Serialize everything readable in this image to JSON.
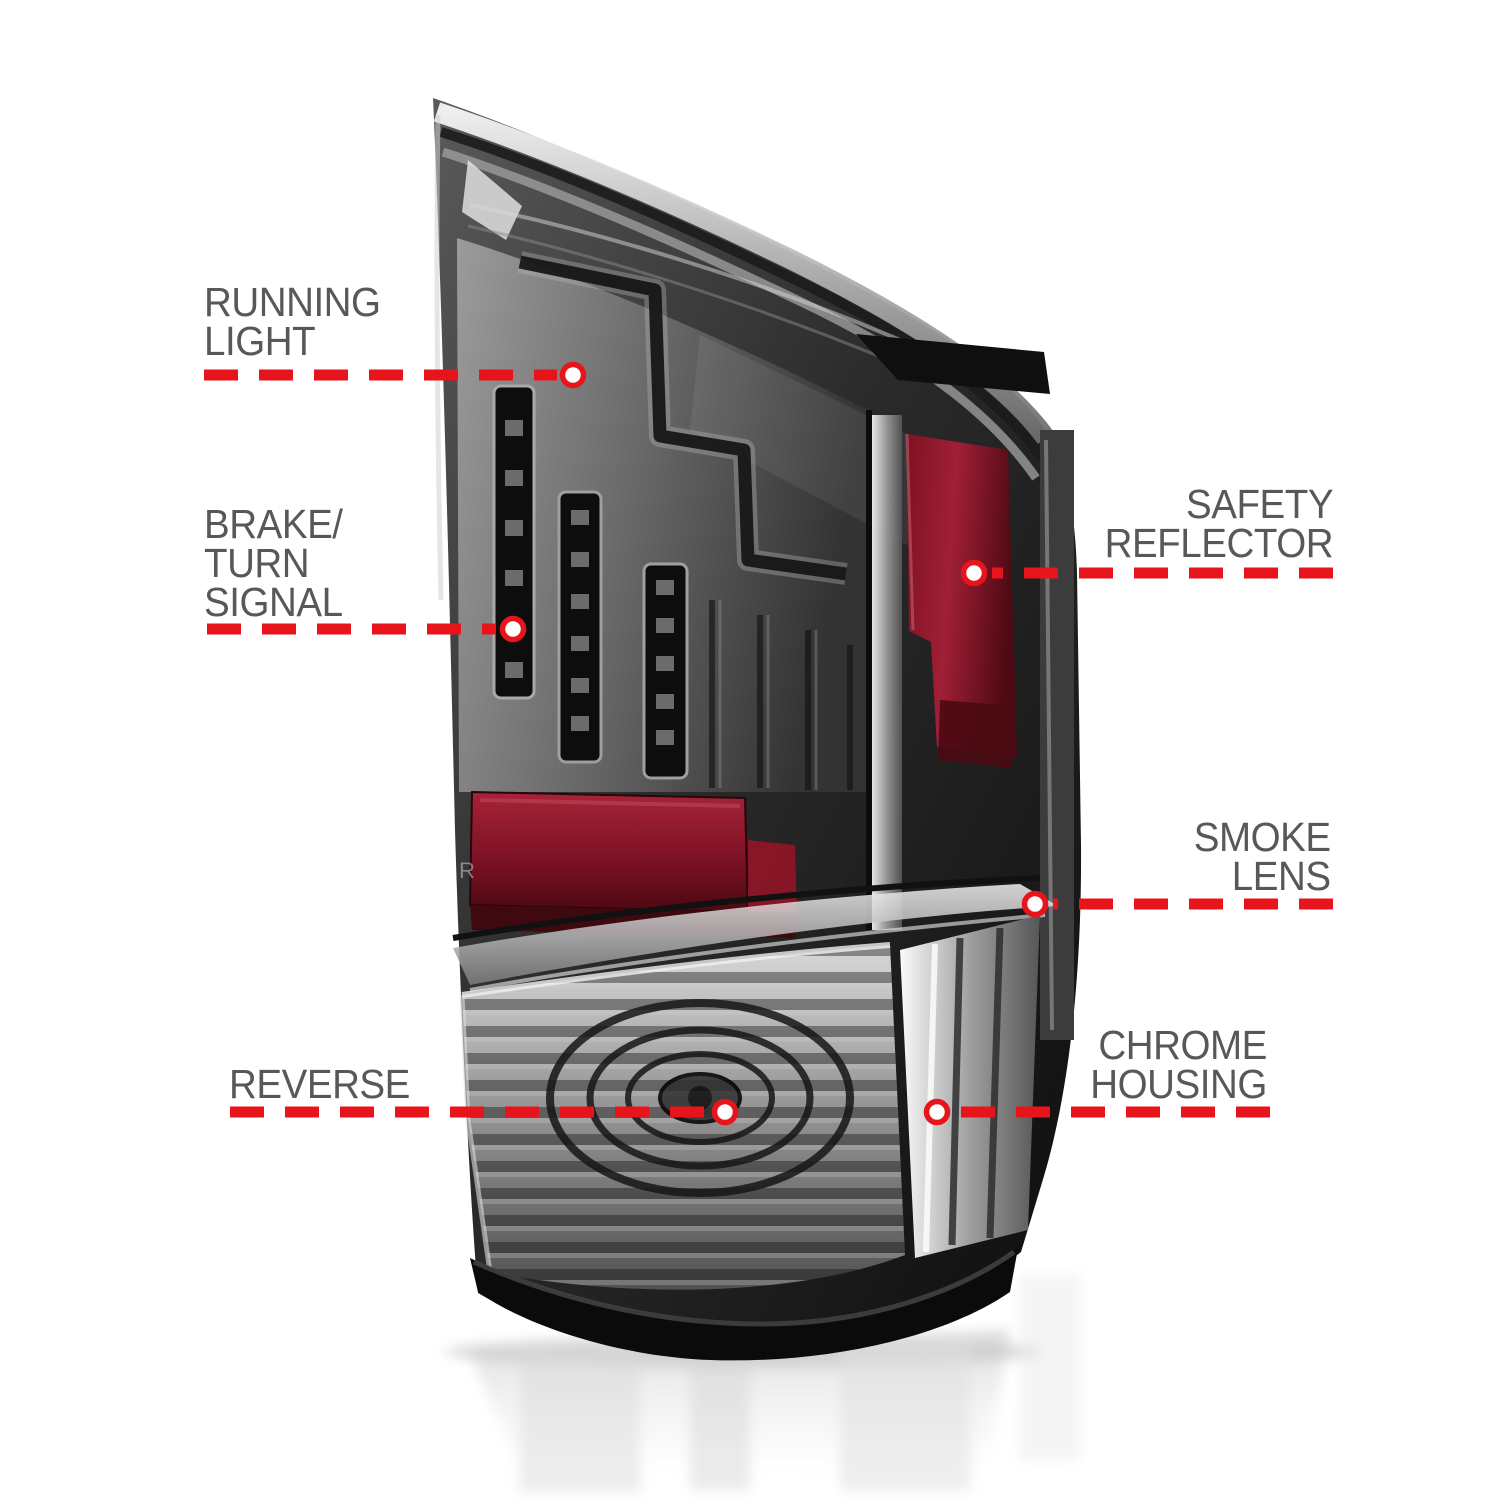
{
  "style": {
    "accent_red": "#e8141c",
    "label_gray": "#57585a",
    "reflector_red": "#8e1526",
    "background": "#ffffff"
  },
  "product": {
    "kind": "truck tail light illustration",
    "lamp_marking": "R"
  },
  "callouts": [
    {
      "id": "running-light",
      "lines": [
        "RUNNING",
        "LIGHT"
      ]
    },
    {
      "id": "brake-turn-signal",
      "lines": [
        "BRAKE/",
        "TURN",
        "SIGNAL"
      ]
    },
    {
      "id": "safety-reflector",
      "lines": [
        "SAFETY",
        "REFLECTOR"
      ]
    },
    {
      "id": "smoke-lens",
      "lines": [
        "SMOKE",
        "LENS"
      ]
    },
    {
      "id": "chrome-housing",
      "lines": [
        "CHROME",
        "HOUSING"
      ]
    },
    {
      "id": "reverse",
      "lines": [
        "REVERSE"
      ]
    }
  ]
}
